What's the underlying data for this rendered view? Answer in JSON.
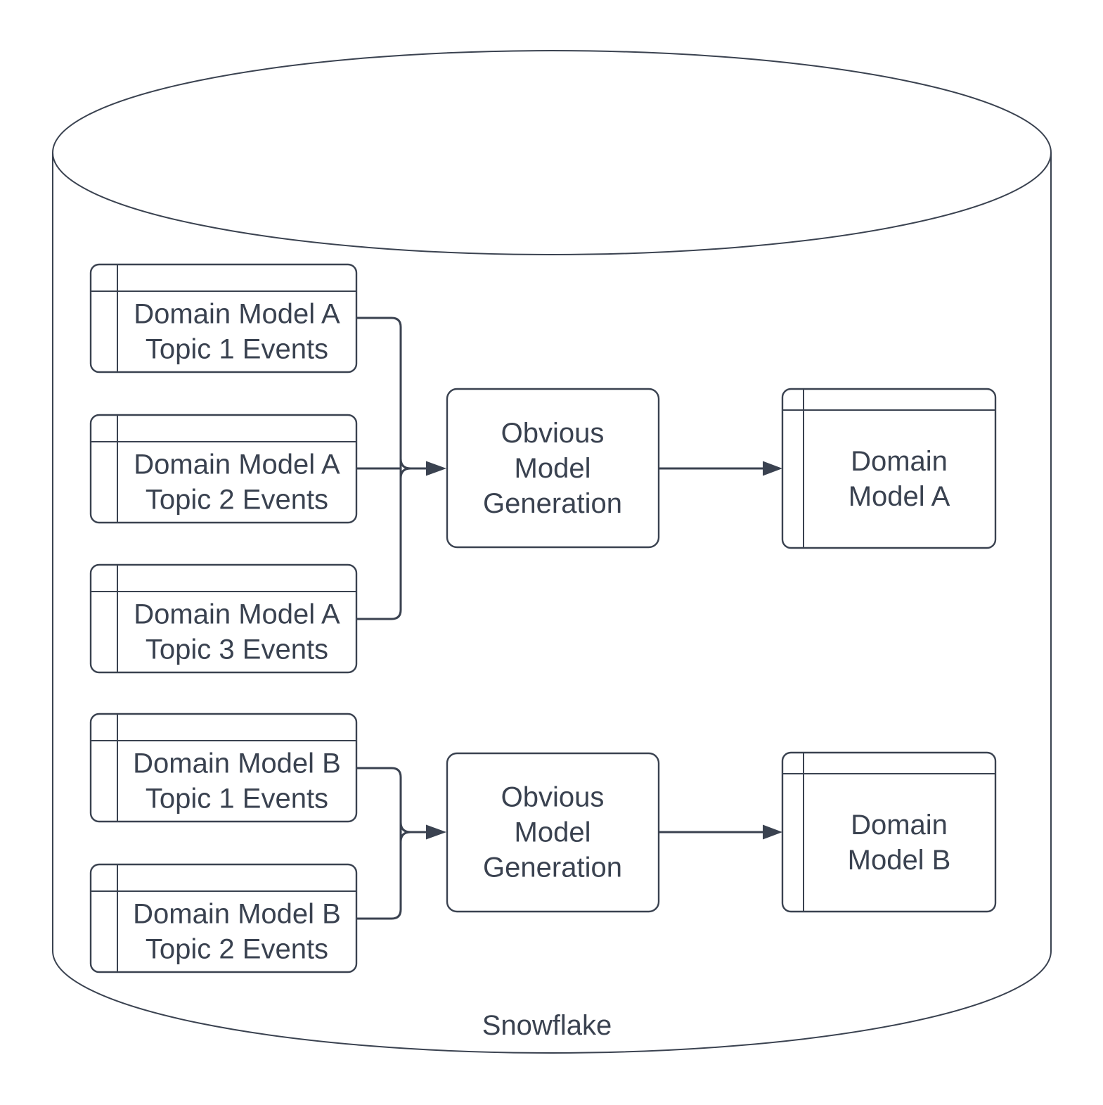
{
  "diagram": {
    "type": "flow-diagram",
    "colors": {
      "stroke": "#3A4250",
      "text": "#3A4250",
      "background": "#FFFFFF"
    },
    "container": {
      "shape": "cylinder",
      "label": "Snowflake"
    },
    "tables": {
      "a1": {
        "line1": "Domain Model A",
        "line2": "Topic 1 Events"
      },
      "a2": {
        "line1": "Domain Model A",
        "line2": "Topic 2 Events"
      },
      "a3": {
        "line1": "Domain Model A",
        "line2": "Topic 3 Events"
      },
      "b1": {
        "line1": "Domain Model B",
        "line2": "Topic 1 Events"
      },
      "b2": {
        "line1": "Domain Model B",
        "line2": "Topic 2 Events"
      }
    },
    "processes": {
      "gen_a": {
        "line1": "Obvious",
        "line2": "Model",
        "line3": "Generation"
      },
      "gen_b": {
        "line1": "Obvious",
        "line2": "Model",
        "line3": "Generation"
      }
    },
    "outputs": {
      "model_a": {
        "line1": "Domain",
        "line2": "Model A"
      },
      "model_b": {
        "line1": "Domain",
        "line2": "Model B"
      }
    },
    "edges": [
      {
        "from": "Domain Model A Topic 1 Events",
        "to": "Obvious Model Generation (A)"
      },
      {
        "from": "Domain Model A Topic 2 Events",
        "to": "Obvious Model Generation (A)"
      },
      {
        "from": "Domain Model A Topic 3 Events",
        "to": "Obvious Model Generation (A)"
      },
      {
        "from": "Obvious Model Generation (A)",
        "to": "Domain Model A"
      },
      {
        "from": "Domain Model B Topic 1 Events",
        "to": "Obvious Model Generation (B)"
      },
      {
        "from": "Domain Model B Topic 2 Events",
        "to": "Obvious Model Generation (B)"
      },
      {
        "from": "Obvious Model Generation (B)",
        "to": "Domain Model B"
      }
    ]
  }
}
